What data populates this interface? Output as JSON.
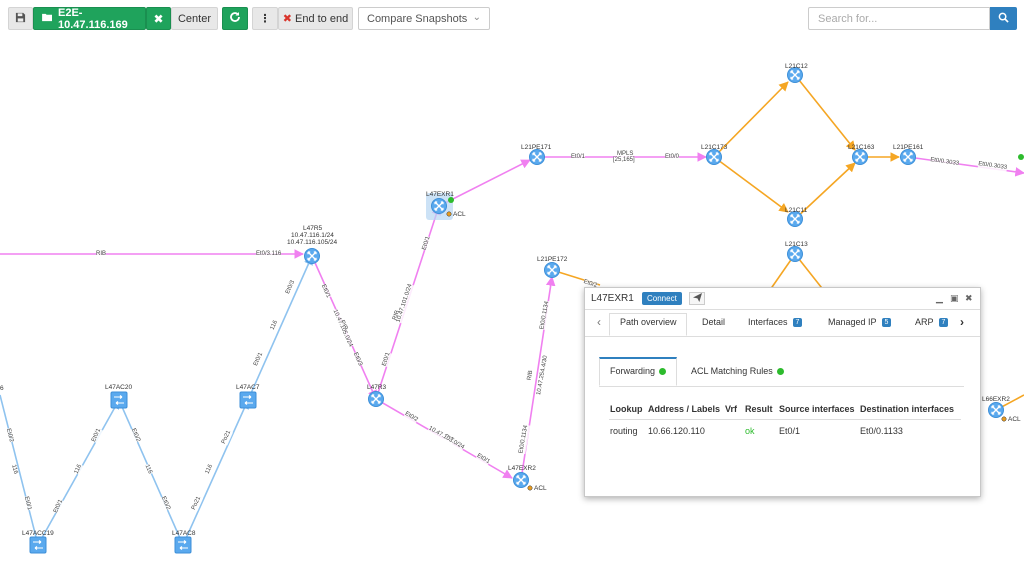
{
  "toolbar": {
    "save_icon": "save-icon",
    "path_label": "E2E-10.47.116.169",
    "center_label": "Center",
    "end_to_end_label": "End to end",
    "snapshot_select": "Compare Snapshots",
    "search_placeholder": "Search for..."
  },
  "colors": {
    "green": "#1fa35c",
    "blue": "#2f80bf",
    "pink": "#f080f0",
    "orange": "#f5a623",
    "lightblue": "#8fc3ef"
  },
  "nodes": {
    "L21C12": "L21C12",
    "L21PE171": "L21PE171",
    "L21C173": "L21C173",
    "L21C163": "L21C163",
    "L21PE161": "L21PE161",
    "L47EXR1": "L47EXR1",
    "L21C11": "L21C11",
    "L47R5": "L47R5",
    "L47R5_ip1": "10.47.116.1/24",
    "L47R5_ip2": "10.47.116.105/24",
    "L21C13": "L21C13",
    "L21PE172": "L21PE172",
    "L47AC20": "L47AC20",
    "L47AC7": "L47AC7",
    "L47R3": "L47R3",
    "L66EXR2": "L66EXR2",
    "L47EXR2": "L47EXR2",
    "L47ACC19": "L47ACC19",
    "L47AC8": "L47AC8",
    "acl": "ACL",
    "left6": "6"
  },
  "edges": {
    "rib": "RIB",
    "et0_3_116": "Et0/3.116",
    "et0_1": "Et0/1",
    "et0_0": "Et0/0",
    "mpls": "MPLS",
    "mpls_labels": "[25,165]",
    "et0_0_3033": "Et0/0.3033",
    "et0_0_3033b": "Et0/0.3033",
    "po21": "Po21",
    "e11": "Et0/1",
    "e12": "Et0/2",
    "e116": "116",
    "e_r3_a": "Et0/2",
    "rib_ip1": "10.47.101.0/24",
    "rib_ip2": "10.47.105.0/24",
    "rib_ip3": "10.47.103.0/24",
    "rib_ip4": "10.47.254.4/30",
    "et0_0_1134": "Et0/0.1134",
    "et0_0_1134b": "Et0/0.1134",
    "et0_3": "Et0/3",
    "et0_2": "Et0/2",
    "et0_1b": "Et0/1"
  },
  "panel": {
    "title": "L47EXR1",
    "connect_label": "Connect",
    "tabs": [
      {
        "label": "Path overview"
      },
      {
        "label": "Detail"
      },
      {
        "label": "Interfaces",
        "badge": "7"
      },
      {
        "label": "Managed IP",
        "badge": "5"
      },
      {
        "label": "ARP",
        "badge": "7"
      }
    ],
    "subtabs": [
      {
        "label": "Forwarding"
      },
      {
        "label": "ACL Matching Rules"
      }
    ],
    "table": {
      "headers": [
        "Lookup",
        "Address / Labels",
        "Vrf",
        "Result",
        "Source interfaces",
        "Destination interfaces"
      ],
      "row": [
        "routing",
        "10.66.120.110",
        "",
        "ok",
        "Et0/1",
        "Et0/0.1133"
      ]
    }
  }
}
